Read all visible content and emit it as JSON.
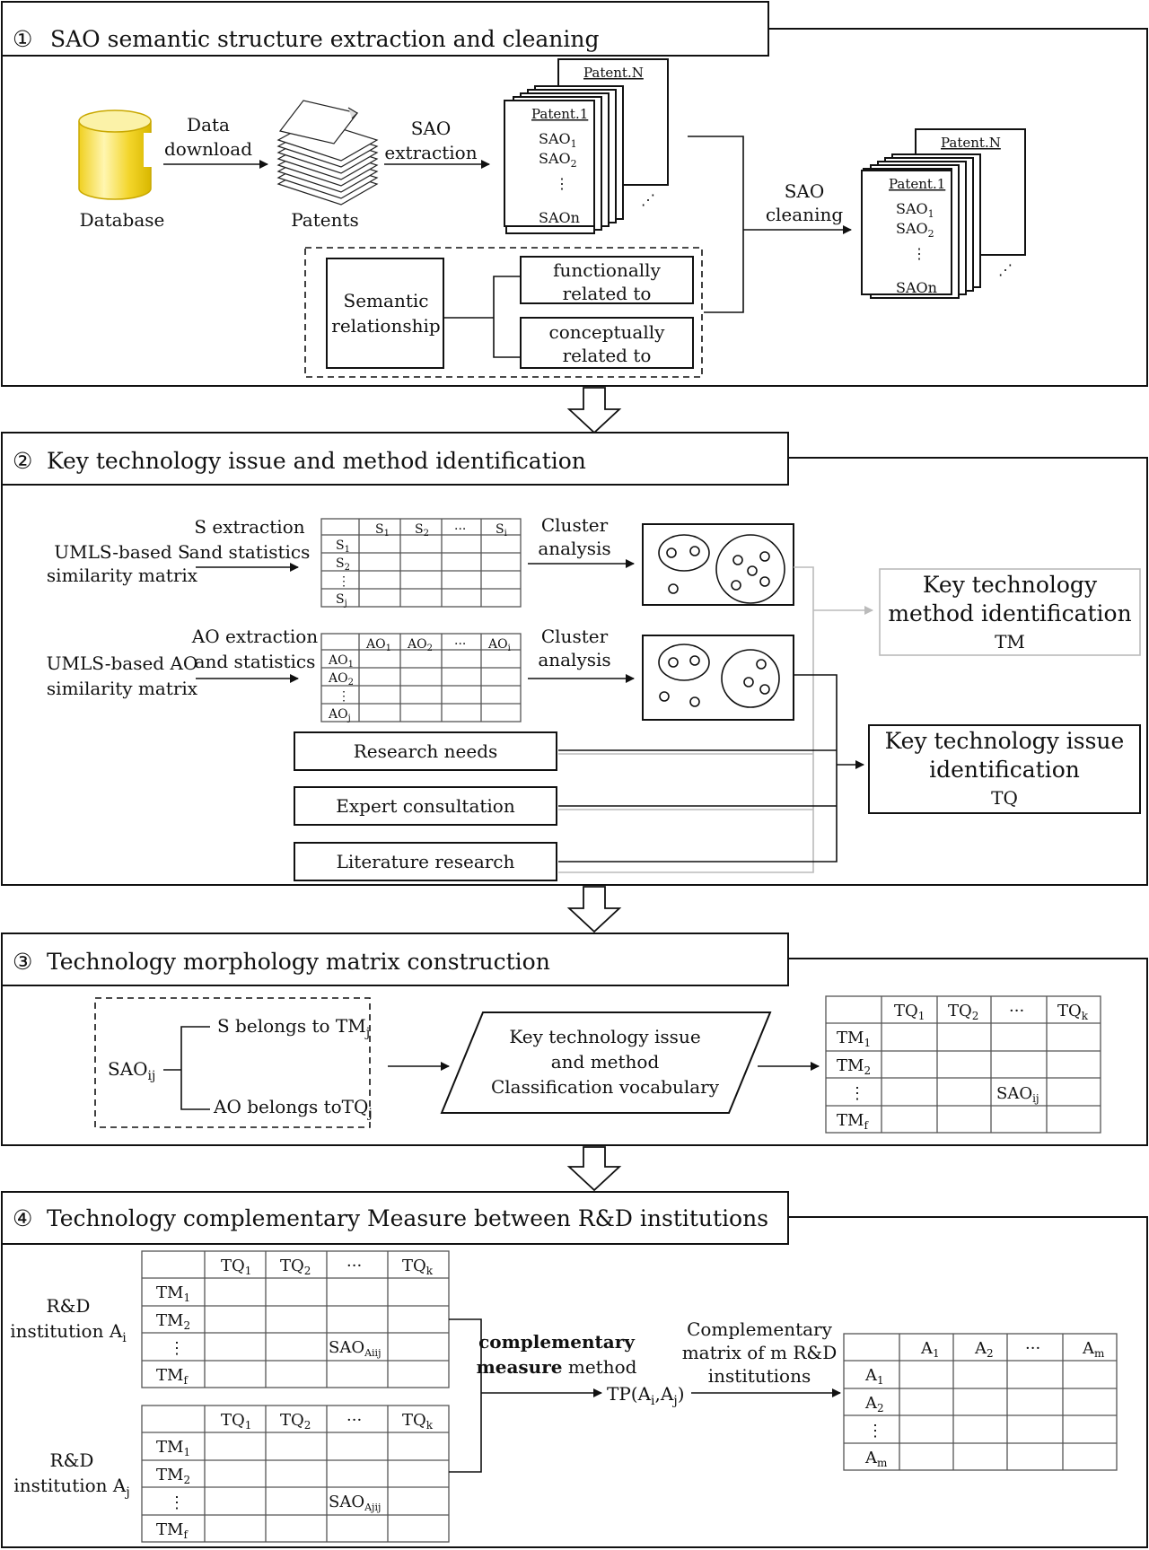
{
  "sections": [
    {
      "num": "①",
      "title": "SAO semantic structure extraction and cleaning"
    },
    {
      "num": "②",
      "title": "Key technology issue and method identification"
    },
    {
      "num": "③",
      "title": "Technology morphology matrix construction"
    },
    {
      "num": "④",
      "title": "Technology complementary Measure between R&D institutions"
    }
  ],
  "s1": {
    "database": "Database",
    "data_download": [
      "Data",
      "download"
    ],
    "patents": "Patents",
    "sao_extraction": [
      "SAO",
      "extraction"
    ],
    "patent_n": "Patent.N",
    "patent_1": "Patent.1",
    "sao_items": [
      "SAO",
      "SAO",
      "SAOn"
    ],
    "sao_cleaning": [
      "SAO",
      "cleaning"
    ],
    "semantic_relationship": [
      "Semantic",
      "relationship"
    ],
    "functionally": [
      "functionally",
      "related to"
    ],
    "conceptually": [
      "conceptually",
      "related to"
    ]
  },
  "s2": {
    "s_extraction": [
      "S extraction",
      "and statistics"
    ],
    "umls_s": [
      "UMLS-based S",
      "similarity matrix"
    ],
    "ao_extraction": [
      "AO extraction",
      "and statistics"
    ],
    "umls_ao": [
      "UMLS-based AO",
      "similarity matrix"
    ],
    "cluster": [
      "Cluster",
      "analysis"
    ],
    "research_needs": "Research needs",
    "expert_consultation": "Expert consultation",
    "literature_research": "Literature research",
    "tm_box": [
      "Key technology",
      "method identification",
      "TM"
    ],
    "tq_box": [
      "Key technology issue",
      "identification",
      "TQ"
    ]
  },
  "s3": {
    "sao_ij": "SAO",
    "s_belongs": "S  belongs to TM",
    "ao_belongs": "AO belongs toTQ",
    "vocab": [
      "Key technology issue",
      "and method",
      "Classification vocabulary"
    ]
  },
  "s4": {
    "inst_a": [
      "R&D",
      "institution A"
    ],
    "inst_b": [
      "R&D",
      "institution A"
    ],
    "complementary": [
      "complementary",
      "measure"
    ],
    "method": "method",
    "tp": "TP(A",
    "comp_matrix": [
      "Complementary",
      "matrix of m R&D",
      "institutions"
    ]
  },
  "colors": {
    "database_fill": "#f2d62e",
    "database_light": "#fbf2a8",
    "light_gray": "#bbbbbb"
  }
}
